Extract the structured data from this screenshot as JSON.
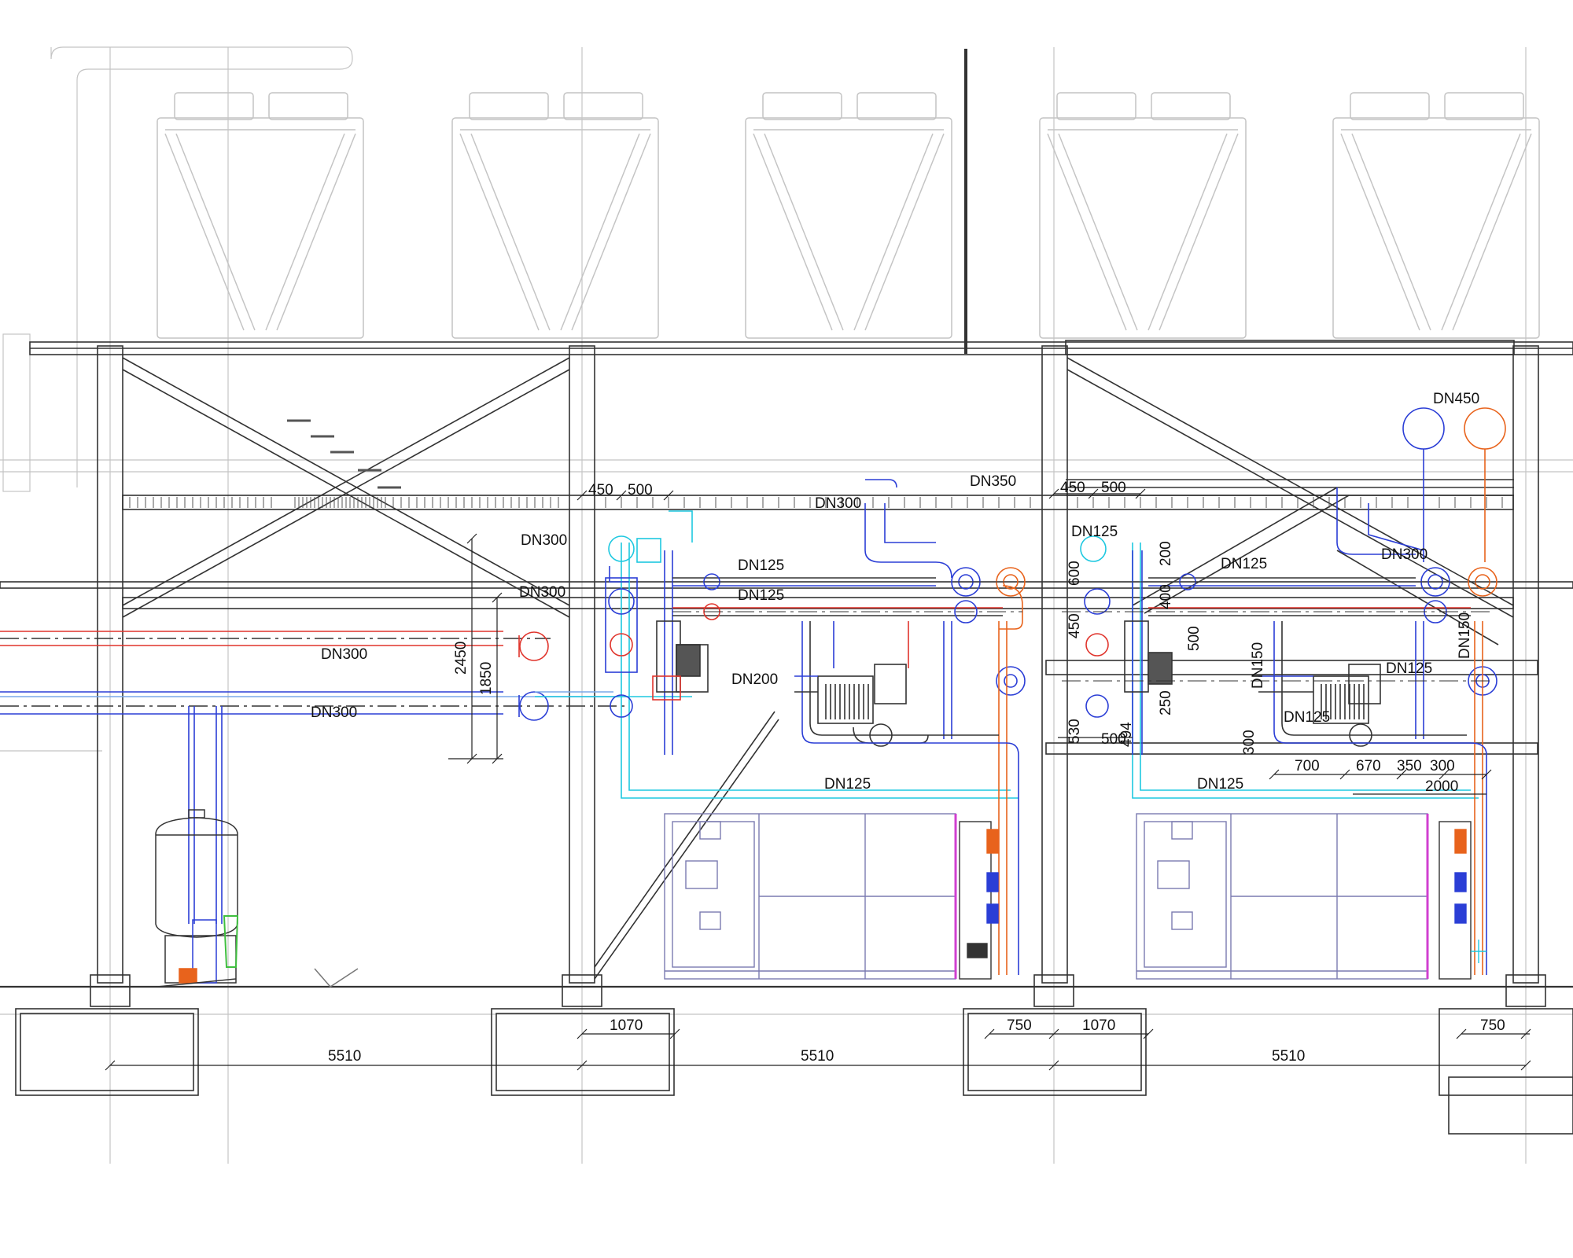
{
  "colors": {
    "background": "#ffffff",
    "faint": "#c4c4c4",
    "structure": "#333333",
    "supply": "#e0342c",
    "return": "#2b3ed6",
    "orange": "#e8631c",
    "cyan": "#1ec8e0",
    "green": "#3fbf3f",
    "magenta": "#d040d0",
    "lightblue": "#7aa8e8"
  },
  "pipe_labels": {
    "main_supply": "DN300",
    "main_return": "DN300",
    "riser_top": "DN300",
    "riser_second": "DN300",
    "header_top_a": "DN300",
    "branch_a1": "DN125",
    "branch_a2": "DN125",
    "branch_a3": "DN200",
    "branch_a4": "DN125",
    "header_b": "DN350",
    "header_b_top": "DN450",
    "branch_b1": "DN125",
    "branch_b2": "DN125",
    "branch_b3": "DN300",
    "branch_b4": "DN125",
    "branch_b5": "DN125",
    "branch_b6": "DN125",
    "branch_b7": "DN150",
    "branch_b8": "DN150"
  },
  "dimensions": {
    "vertical_2450": "2450",
    "vertical_1850": "1850",
    "top_a_450": "450",
    "top_a_500": "500",
    "top_b_450": "450",
    "top_b_500": "500",
    "span_1": "5510",
    "span_2": "5510",
    "span_3": "5510",
    "foot_1070_a": "1070",
    "foot_1070_b": "1070",
    "foot_750_a": "750",
    "foot_750_b": "750",
    "b_500": "500",
    "b_700": "700",
    "b_670": "670",
    "b_350": "350",
    "b_300": "300",
    "b_2000": "2000",
    "v_600": "600",
    "v_400": "400",
    "v_500": "500",
    "v_200": "200",
    "v_450": "450",
    "v_494": "494",
    "v_250": "250",
    "v_300": "300",
    "v_530": "530"
  }
}
